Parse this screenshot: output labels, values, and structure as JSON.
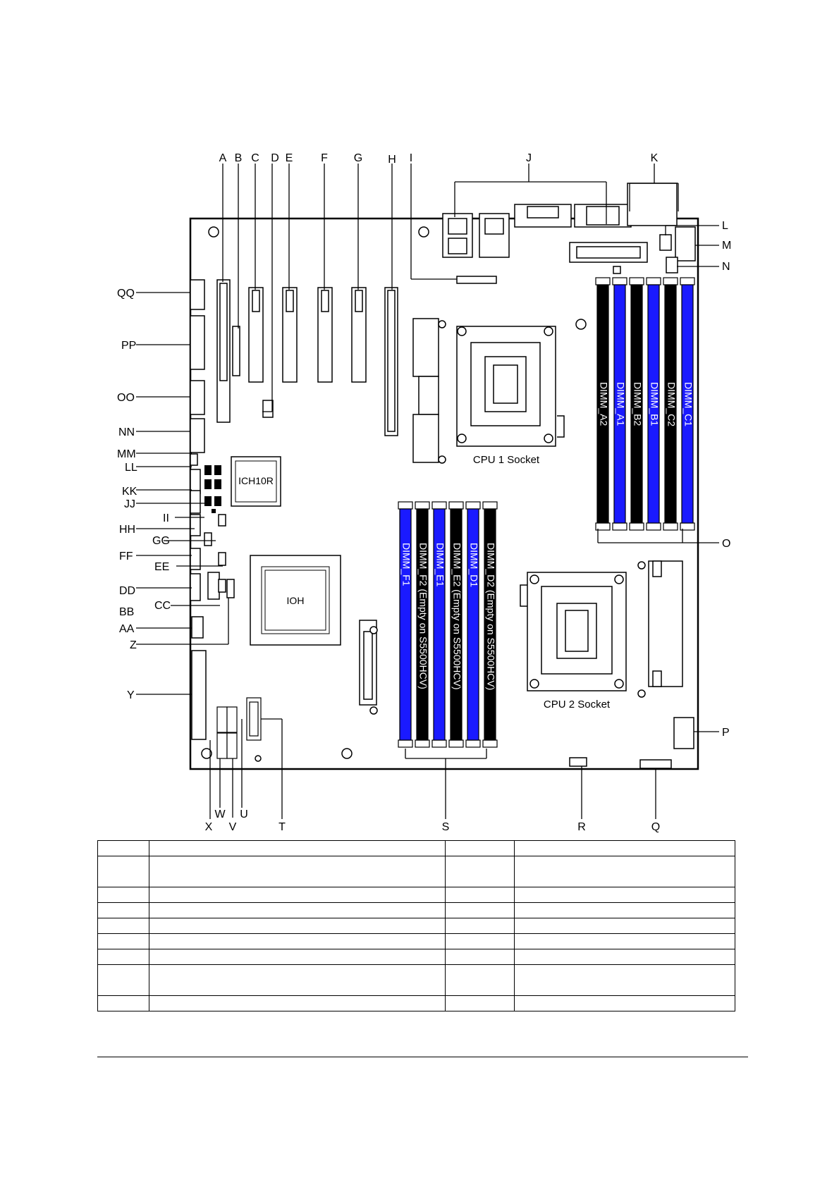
{
  "callout_letters": [
    "A",
    "B",
    "C",
    "D",
    "E",
    "F",
    "G",
    "H",
    "I",
    "J",
    "K",
    "L",
    "M",
    "N",
    "O",
    "P",
    "Q",
    "R",
    "S",
    "T",
    "U",
    "V",
    "W",
    "X",
    "Y",
    "Z",
    "AA",
    "BB",
    "CC",
    "DD",
    "EE",
    "FF",
    "GG",
    "HH",
    "II",
    "JJ",
    "KK",
    "LL",
    "MM",
    "NN",
    "OO",
    "PP",
    "QQ"
  ],
  "chips": {
    "ich": "ICH10R",
    "ioh": "IOH"
  },
  "sockets": {
    "cpu1": "CPU 1 Socket",
    "cpu2": "CPU 2 Socket"
  },
  "dimms_cpu1": [
    {
      "label": "DIMM_A2",
      "color": "#000000",
      "text_color": "#ffffff"
    },
    {
      "label": "DIMM_A1",
      "color": "#1a1aff",
      "text_color": "#ffffff"
    },
    {
      "label": "DIMM_B2",
      "color": "#000000",
      "text_color": "#ffffff"
    },
    {
      "label": "DIMM_B1",
      "color": "#1a1aff",
      "text_color": "#ffffff"
    },
    {
      "label": "DIMM_C2",
      "color": "#000000",
      "text_color": "#ffffff"
    },
    {
      "label": "DIMM_C1",
      "color": "#1a1aff",
      "text_color": "#ffffff"
    }
  ],
  "dimms_cpu2": [
    {
      "label": "DIMM_F1",
      "color": "#1a1aff",
      "text_color": "#ffffff"
    },
    {
      "label": "DIMM_F2 (Empty on S5500HCV)",
      "color": "#000000",
      "text_color": "#ffffff"
    },
    {
      "label": "DIMM_E1",
      "color": "#1a1aff",
      "text_color": "#ffffff"
    },
    {
      "label": "DIMM_E2 (Empty on S5500HCV)",
      "color": "#000000",
      "text_color": "#ffffff"
    },
    {
      "label": "DIMM_D1",
      "color": "#1a1aff",
      "text_color": "#ffffff"
    },
    {
      "label": "DIMM_D2 (Empty on S5500HCV)",
      "color": "#000000",
      "text_color": "#ffffff"
    }
  ],
  "legend_table": {
    "rows": [
      [
        "",
        "",
        "",
        ""
      ],
      [
        "",
        "",
        "",
        ""
      ],
      [
        "",
        "",
        "",
        ""
      ],
      [
        "",
        "",
        "",
        ""
      ],
      [
        "",
        "",
        "",
        ""
      ],
      [
        "",
        "",
        "",
        ""
      ],
      [
        "",
        "",
        "",
        ""
      ],
      [
        "",
        "",
        "",
        ""
      ],
      [
        "",
        "",
        "",
        ""
      ]
    ]
  },
  "colors": {
    "dimm_blue": "#1a1aff",
    "dimm_black": "#000000",
    "board_outline": "#000000"
  }
}
